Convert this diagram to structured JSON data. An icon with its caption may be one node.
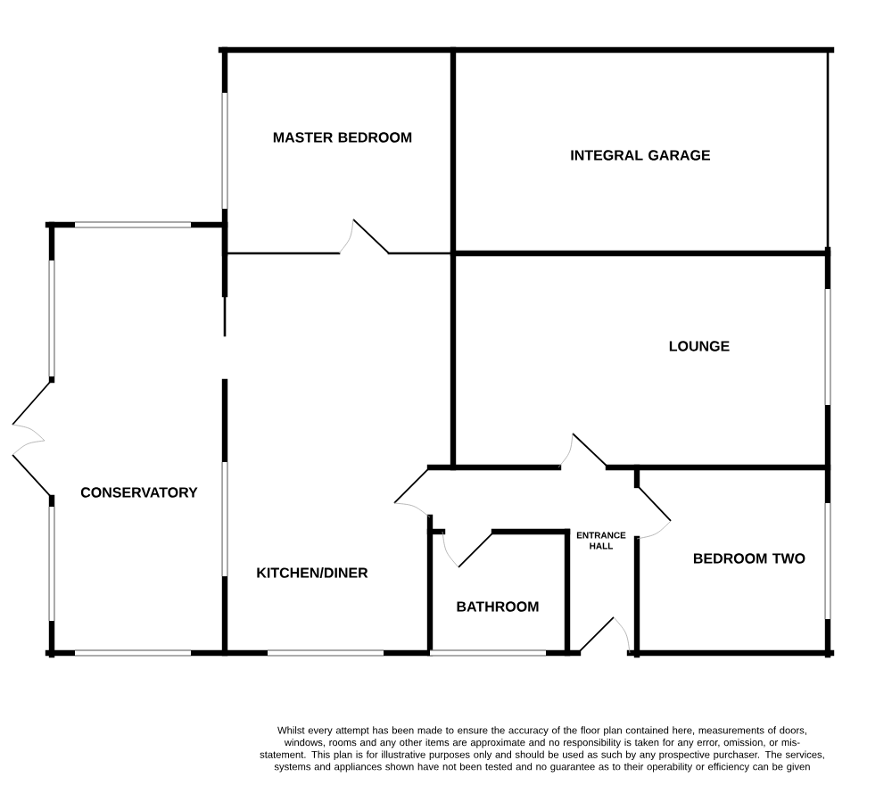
{
  "diagram": {
    "nodes": [
      {
        "text": [
          "MASTER BEDROOM"
        ]
      },
      {
        "text": [
          "INTEGRAL GARAGE"
        ]
      },
      {
        "text": [
          "LOUNGE"
        ]
      },
      {
        "text": [
          "CONSERVATORY"
        ]
      },
      {
        "text": [
          "KITCHEN/DINER"
        ]
      },
      {
        "text": [
          "ENTRANCE HALL"
        ]
      },
      {
        "text": [
          "BEDROOM TWO"
        ]
      },
      {
        "text": [
          "BATHROOM"
        ]
      }
    ],
    "edges": [],
    "labels": [
      "Whilst every attempt has been made to ensure the accuracy of the floor plan contained here, measurements of doors, windows, rooms and any other items are approximate and no responsibility is taken for any error, omission, or mis-statement. This plan is for illustrative purposes only and should be used as such by any prospective purchaser. The services, systems and appliances shown have not been tested and no guarantee as to their operability or efficiency can be given"
    ]
  }
}
